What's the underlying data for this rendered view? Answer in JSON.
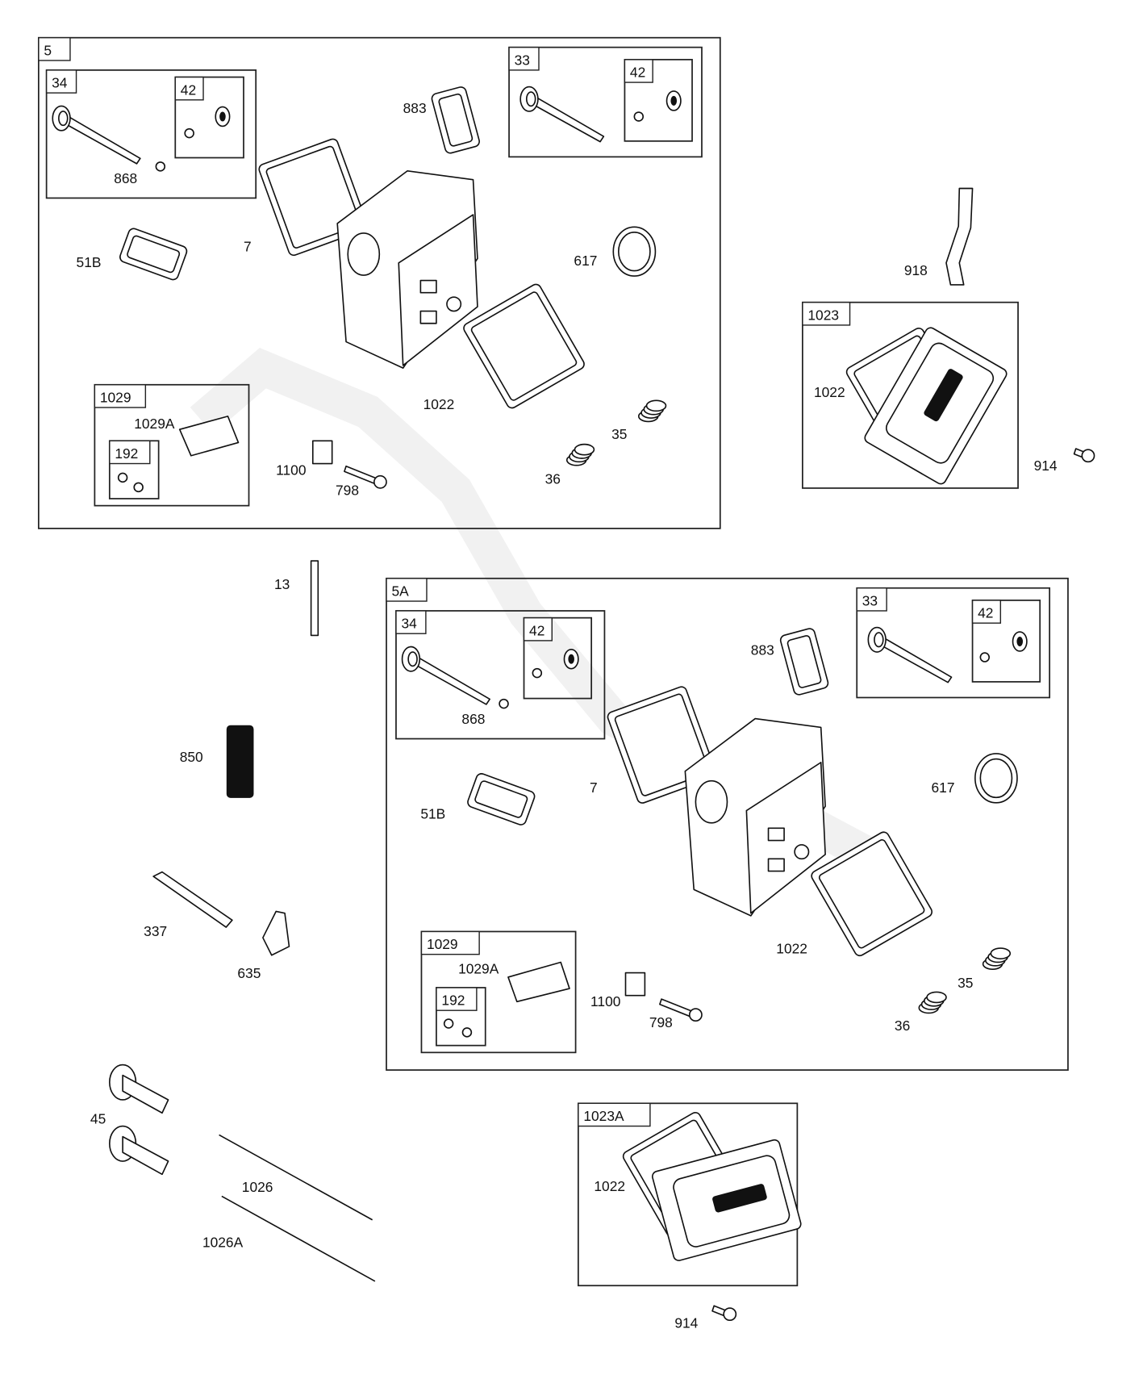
{
  "diagram": {
    "assemblies": {
      "head_5": {
        "tag": "5"
      },
      "head_5a": {
        "tag": "5A"
      },
      "cover_1023": {
        "tag": "1023"
      },
      "cover_1023a": {
        "tag": "1023A"
      }
    },
    "groups": {
      "a_34": "34",
      "a_42a": "42",
      "a_33": "33",
      "a_42b": "42",
      "a_1029": "1029",
      "a_192": "192",
      "b_34": "34",
      "b_42a": "42",
      "b_33": "33",
      "b_42b": "42",
      "b_1029": "1029",
      "b_192": "192"
    },
    "callouts": {
      "a_868": "868",
      "a_883": "883",
      "a_7": "7",
      "a_51b": "51B",
      "a_617": "617",
      "a_1022": "1022",
      "a_35": "35",
      "a_36": "36",
      "a_1100": "1100",
      "a_798": "798",
      "a_1029a": "1029A",
      "c_918": "918",
      "c_1022": "1022",
      "c_914": "914",
      "p_13": "13",
      "p_850": "850",
      "p_337": "337",
      "p_635": "635",
      "p_45": "45",
      "p_1026": "1026",
      "p_1026a": "1026A",
      "b_868": "868",
      "b_883": "883",
      "b_7": "7",
      "b_51b": "51B",
      "b_617": "617",
      "b_1022": "1022",
      "b_35": "35",
      "b_36": "36",
      "b_1100": "1100",
      "b_798": "798",
      "b_1029a": "1029A",
      "d_1022": "1022",
      "d_914": "914"
    }
  }
}
